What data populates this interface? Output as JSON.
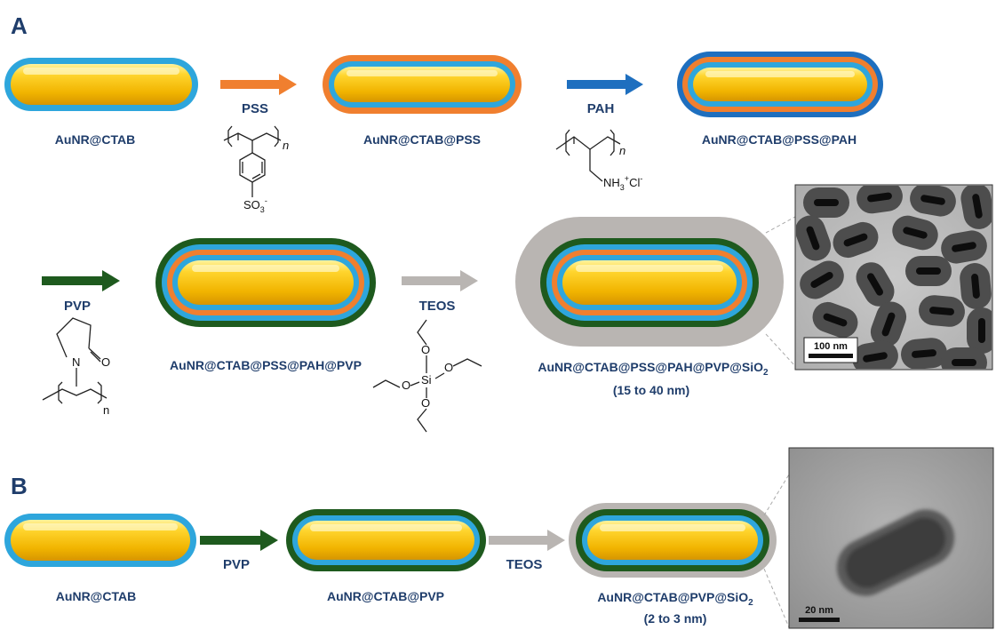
{
  "panels": {
    "a": "A",
    "b": "B"
  },
  "labels": {
    "a1": "AuNR@CTAB",
    "a2": "AuNR@CTAB@PSS",
    "a3": "AuNR@CTAB@PSS@PAH",
    "a4": "AuNR@CTAB@PSS@PAH@PVP",
    "a5_main": "AuNR@CTAB@PSS@PAH@PVP@SiO",
    "a5_sub": "2",
    "a5_range": "(15 to 40 nm)",
    "b1": "AuNR@CTAB",
    "b2": "AuNR@CTAB@PVP",
    "b3_main": "AuNR@CTAB@PVP@SiO",
    "b3_sub": "2",
    "b3_range": "(2 to 3 nm)"
  },
  "reagents": {
    "pss": "PSS",
    "pah": "PAH",
    "pvp_a": "PVP",
    "teos_a": "TEOS",
    "pvp_b": "PVP",
    "teos_b": "TEOS"
  },
  "chem": {
    "n": "n",
    "so3": "SO",
    "so3_sub": "3",
    "so3_sup": "-",
    "nh3": "NH",
    "nh3_sub": "3",
    "nh3_sup": "+",
    "cl": "Cl",
    "cl_sup": "-",
    "pvp_n": "N",
    "pvp_o": "O",
    "si": "Si",
    "o": "O"
  },
  "tem": {
    "a_scale": "100 nm",
    "b_scale": "20 nm"
  },
  "colors": {
    "gold_light": "#ffe066",
    "gold_dark": "#e7a800",
    "ctab": "#2ea6dc",
    "pss": "#f07f2f",
    "pah": "#1e6fbf",
    "pvp": "#1e5a1e",
    "silica": "#b9b5b2",
    "label": "#1f3d6b"
  }
}
